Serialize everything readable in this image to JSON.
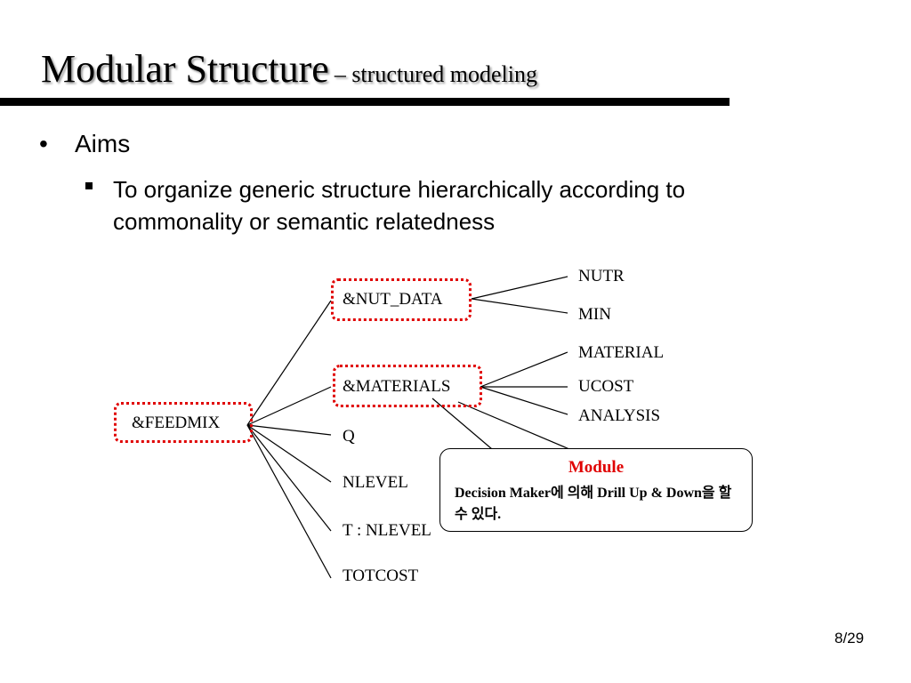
{
  "slide": {
    "title": "Modular Structure",
    "subtitle": "– structured modeling",
    "bullet_mark": "•",
    "bullet": "Aims",
    "sub_bullet": "To organize generic structure hierarchically according to commonality or semantic relatedness",
    "page": "8/29"
  },
  "diagram": {
    "root": "&FEEDMIX",
    "level1": [
      "&NUT_DATA",
      "&MATERIALS",
      "Q",
      "NLEVEL",
      "T : NLEVEL",
      "TOTCOST"
    ],
    "nut_data_children": [
      "NUTR",
      "MIN"
    ],
    "materials_children": [
      "MATERIAL",
      "UCOST",
      "ANALYSIS"
    ],
    "highlight_color": "#e00000"
  },
  "callout": {
    "title": "Module",
    "body": "Decision Maker에 의해 Drill Up & Down을 할 수 있다."
  }
}
